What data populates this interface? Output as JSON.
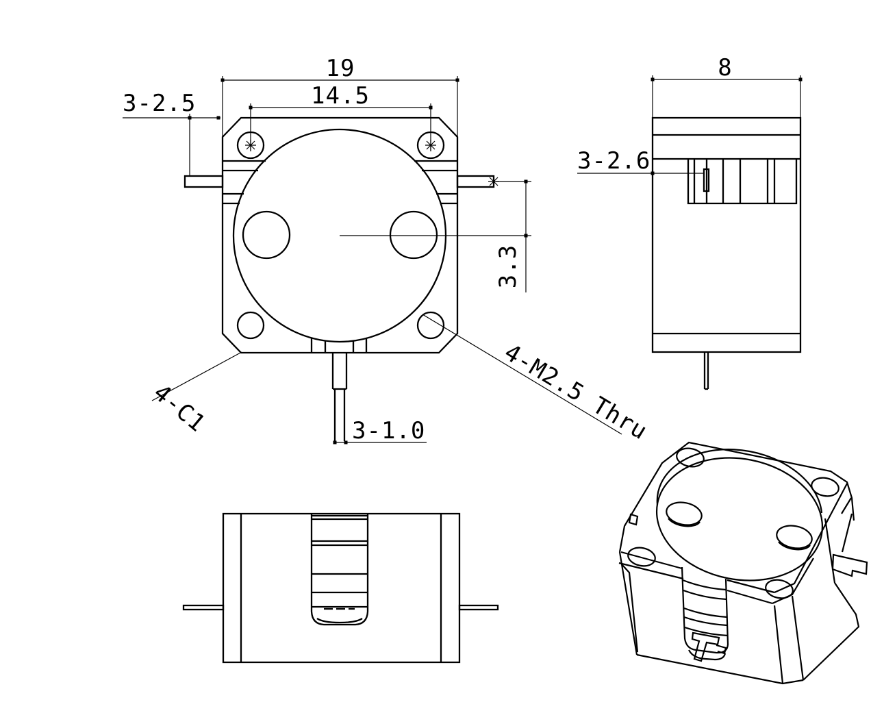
{
  "page": {
    "background_color": "#ffffff",
    "line_color": "#000000"
  },
  "top_view": {
    "width_dim": "19",
    "hole_spacing_dim": "14.5",
    "lead_length_dim": "3-2.5",
    "lead_offset_dim": "3.3",
    "chamfer_note": "4-C1",
    "lead_width_dim": "3-1.0",
    "mounting_hole_note": "4-M2.5 Thru"
  },
  "side_view": {
    "depth_dim": "8",
    "lead_width_dim": "3-2.6"
  }
}
